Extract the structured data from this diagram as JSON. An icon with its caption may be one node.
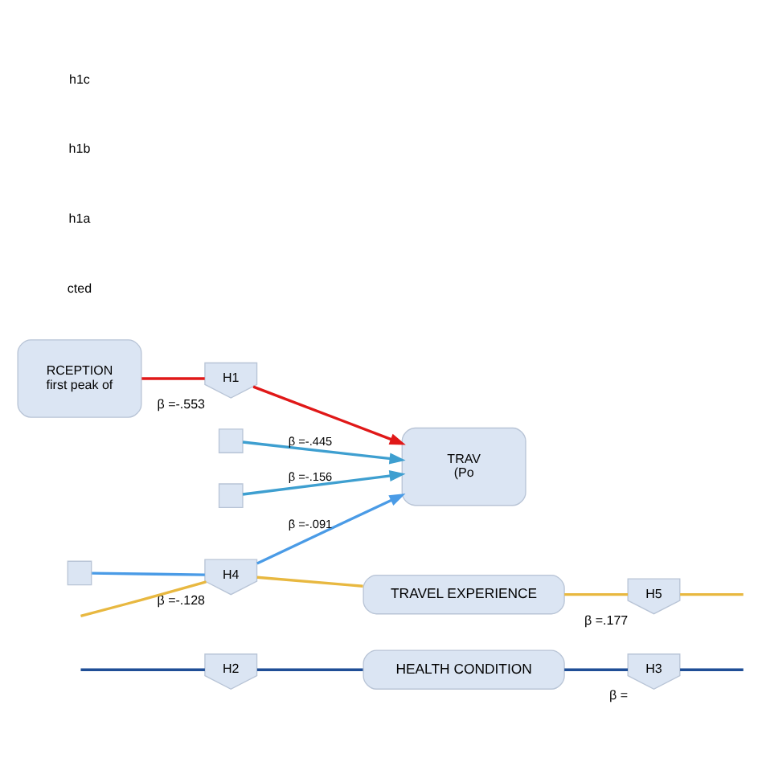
{
  "diagram": {
    "nodes": [
      {
        "text": [
          "HEALTH CONDITION"
        ]
      },
      {
        "text": [
          "H2"
        ]
      },
      {
        "text": [
          "H3"
        ],
        "beside": [
          "β ="
        ]
      },
      {
        "text": [
          "RCEPTION",
          "first peak of"
        ]
      },
      {
        "text": [
          "H1"
        ],
        "beside": [
          "β =-.553"
        ]
      },
      {
        "text": [
          "TRAV",
          "(Po"
        ]
      },
      {
        "text": [],
        "shape": "box"
      },
      {
        "text": [],
        "shape": "box"
      },
      {
        "text": [
          "H4"
        ],
        "beside": [
          "β =-.128"
        ]
      },
      {
        "text": [
          "H5"
        ],
        "beside": [
          "β =.177"
        ]
      },
      {
        "text": [],
        "shape": "box"
      },
      {
        "text": [
          "TRAVEL EXPERIENCE"
        ]
      }
    ],
    "edges": [
      {
        "from": null,
        "to": 1,
        "arrow": "none",
        "color": "#1f4e96"
      },
      {
        "from": 1,
        "to": 0,
        "arrow": "none",
        "color": "#1f4e96"
      },
      {
        "from": 0,
        "to": 2,
        "arrow": "none",
        "color": "#1f4e96"
      },
      {
        "from": 2,
        "to": null,
        "arrow": "none",
        "color": "#1f4e96"
      },
      {
        "from": 3,
        "to": 4,
        "arrow": "none",
        "color": "#e01818"
      },
      {
        "from": 4,
        "to": 5,
        "arrow": "to",
        "color": "#e01818"
      },
      {
        "from": 6,
        "to": 5,
        "arrow": "to",
        "label": "β =-.445",
        "color": "#3e9fd0"
      },
      {
        "from": 7,
        "to": 5,
        "arrow": "to",
        "label": "β =-.156",
        "color": "#3e9fd0"
      },
      {
        "from": 10,
        "to": 8,
        "arrow": "none",
        "color": "#4a9be6"
      },
      {
        "from": 8,
        "to": 5,
        "arrow": "to",
        "label": "β =-.091",
        "color": "#4a9be6"
      },
      {
        "from": null,
        "to": 8,
        "arrow": "none",
        "color": "#e8b840"
      },
      {
        "from": 8,
        "to": 11,
        "arrow": "none",
        "color": "#e8b840"
      },
      {
        "from": 11,
        "to": 9,
        "arrow": "none",
        "color": "#e8b840"
      },
      {
        "from": 9,
        "to": null,
        "arrow": "none",
        "color": "#e8b840"
      }
    ],
    "labels": [
      "cted",
      "h1a",
      "h1b",
      "h1c"
    ]
  }
}
